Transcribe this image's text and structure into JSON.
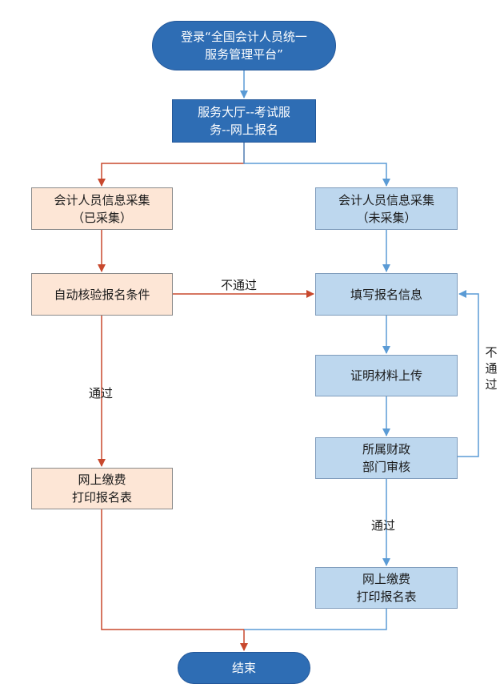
{
  "nodes": {
    "start": {
      "lines": [
        "登录“全国会计人员统一",
        "服务管理平台”"
      ]
    },
    "hall": {
      "lines": [
        "服务大厅--考试服",
        "务--网上报名"
      ]
    },
    "collected": {
      "lines": [
        "会计人员信息采集",
        "（已采集）"
      ]
    },
    "not_collected": {
      "lines": [
        "会计人员信息采集",
        "（未采集）"
      ]
    },
    "auto_verify": {
      "lines": [
        "自动核验报名条件"
      ]
    },
    "fill_info": {
      "lines": [
        "填写报名信息"
      ]
    },
    "upload": {
      "lines": [
        "证明材料上传"
      ]
    },
    "finance_review": {
      "lines": [
        "所属财政",
        "部门审核"
      ]
    },
    "pay_left": {
      "lines": [
        "网上缴费",
        "打印报名表"
      ]
    },
    "pay_right": {
      "lines": [
        "网上缴费",
        "打印报名表"
      ]
    },
    "end": {
      "lines": [
        "结束"
      ]
    }
  },
  "edge_labels": {
    "fail_horizontal": "不通过",
    "pass_left": "通过",
    "fail_loop": [
      "不",
      "通",
      "过"
    ],
    "pass_right": "通过"
  },
  "colors": {
    "dark_blue": "#2e6db4",
    "light_blue": "#bdd7ee",
    "peach": "#fde6d6",
    "orange_line": "#c8482d",
    "blue_line": "#5b9bd5"
  }
}
